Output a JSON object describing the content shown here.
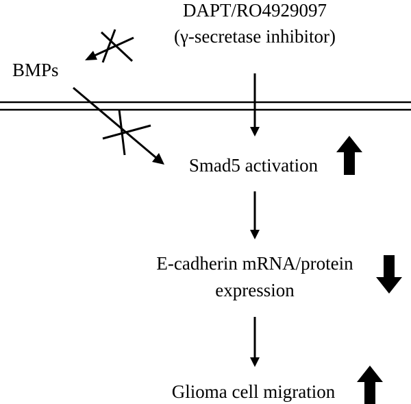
{
  "inhibitor": {
    "name": "DAPT/RO4929097",
    "description": "(γ-secretase inhibitor)"
  },
  "ligand": "BMPs",
  "steps": [
    {
      "label": "Smad5 activation",
      "trend": "up"
    },
    {
      "label_line1": "E-cadherin mRNA/protein",
      "label_line2": "expression",
      "trend": "down"
    },
    {
      "label": "Glioma cell migration",
      "trend": "up"
    }
  ]
}
